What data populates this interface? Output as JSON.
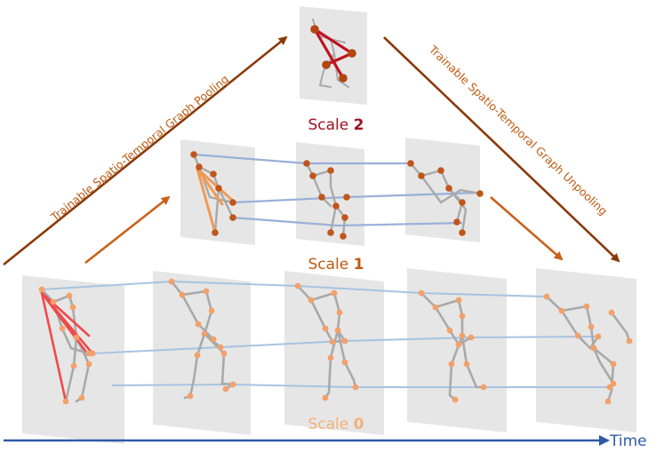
{
  "scales": [
    {
      "prefix": "Scale ",
      "num": "2",
      "color": "#a01020"
    },
    {
      "prefix": "Scale ",
      "num": "1",
      "color": "#c05a12"
    },
    {
      "prefix": "Scale ",
      "num": "0",
      "color": "#f3b078"
    }
  ],
  "arrows": {
    "pooling_label": "Trainable Spatio-Temporal Graph Pooling",
    "unpooling_label": "Trainable Spatio-Temporal Graph Unpooling"
  },
  "time_label": "Time",
  "colors": {
    "panel": "#e6e6e6",
    "bone": "#a9a9a9",
    "scale0_joint": "#f3a06a",
    "scale1_joint": "#c0561a",
    "scale2_joint": "#b3470e",
    "scale2_edge": "#c0121e",
    "scale0_attention": "#f04a4a",
    "scale1_attention": "#f09a55",
    "temporal_s0": "#a7c3e1",
    "temporal_s1": "#9ab0d9",
    "pool_arrow": "#8a3a0a",
    "inner_arrow": "#c8621a",
    "time_axis": "#2f5aa6"
  }
}
